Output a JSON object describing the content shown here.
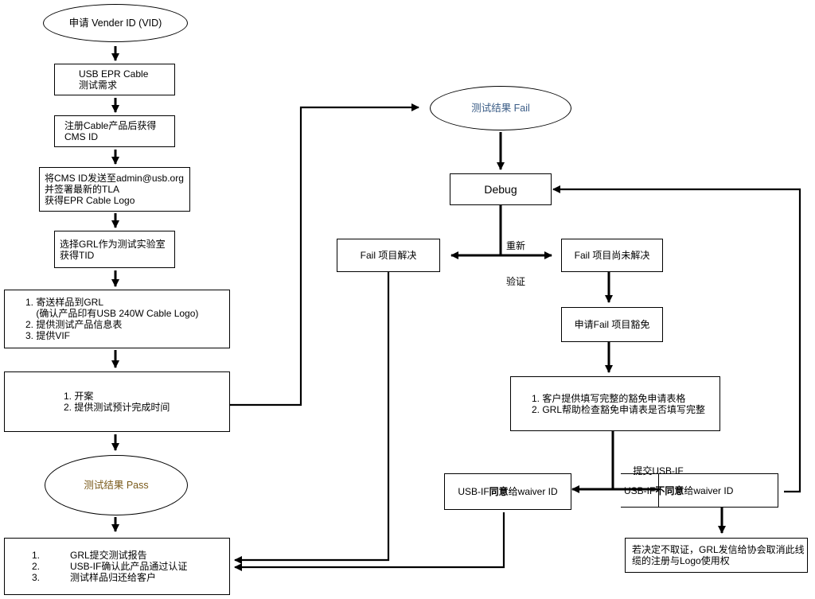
{
  "nodes": {
    "apply_vid": "申请 Vender ID (VID)",
    "test_demand": [
      "USB EPR Cable",
      "测试需求"
    ],
    "register": [
      "注册Cable产品后获得",
      "CMS ID"
    ],
    "send_cms": [
      "将CMS ID发送至admin@usb.org",
      "并签署最新的TLA",
      "获得EPR Cable Logo"
    ],
    "choose_grl": [
      "选择GRL作为测试实验室",
      "获得TID"
    ],
    "send_samples": [
      "1. 寄送样品到GRL",
      "    (确认产品印有USB 240W Cable Logo)",
      "2. 提供测试产品信息表",
      "3. 提供VIF"
    ],
    "open_case": [
      "1. 开案",
      "2. 提供测试预计完成时间"
    ],
    "result_pass": "测试结果 Pass",
    "final_report": [
      {
        "num": "1.",
        "text": "GRL提交测试报告"
      },
      {
        "num": "2.",
        "text": "USB-IF确认此产品通过认证"
      },
      {
        "num": "3.",
        "text": "测试样品归还给客户"
      }
    ],
    "result_fail": "测试结果 Fail",
    "debug": "Debug",
    "fail_solved": "Fail 项目解决",
    "fail_unsolved": "Fail 项目尚未解决",
    "apply_waiver": "申请Fail 项目豁免",
    "waiver_form": [
      "1. 客户提供填写完整的豁免申请表格",
      "2. GRL帮助检查豁免申请表是否填写完整"
    ],
    "waiver_granted": {
      "pre": "USB-IF",
      "bold": "同意",
      "post": "给waiver ID"
    },
    "waiver_denied": {
      "pre": "USB-IF",
      "bold": "不同意",
      "post": "给waiver ID"
    },
    "cancel_note": [
      "若决定不取证，GRL发信给协会取消此线",
      "缆的注册与Logo使用权"
    ]
  },
  "edge_labels": {
    "retest": [
      "重新",
      "验证"
    ],
    "submit": "提交USB-IF"
  },
  "colors": {
    "fail_title": "#3a5c86",
    "pass_title": "#7a5a1a",
    "stroke": "#000000"
  }
}
